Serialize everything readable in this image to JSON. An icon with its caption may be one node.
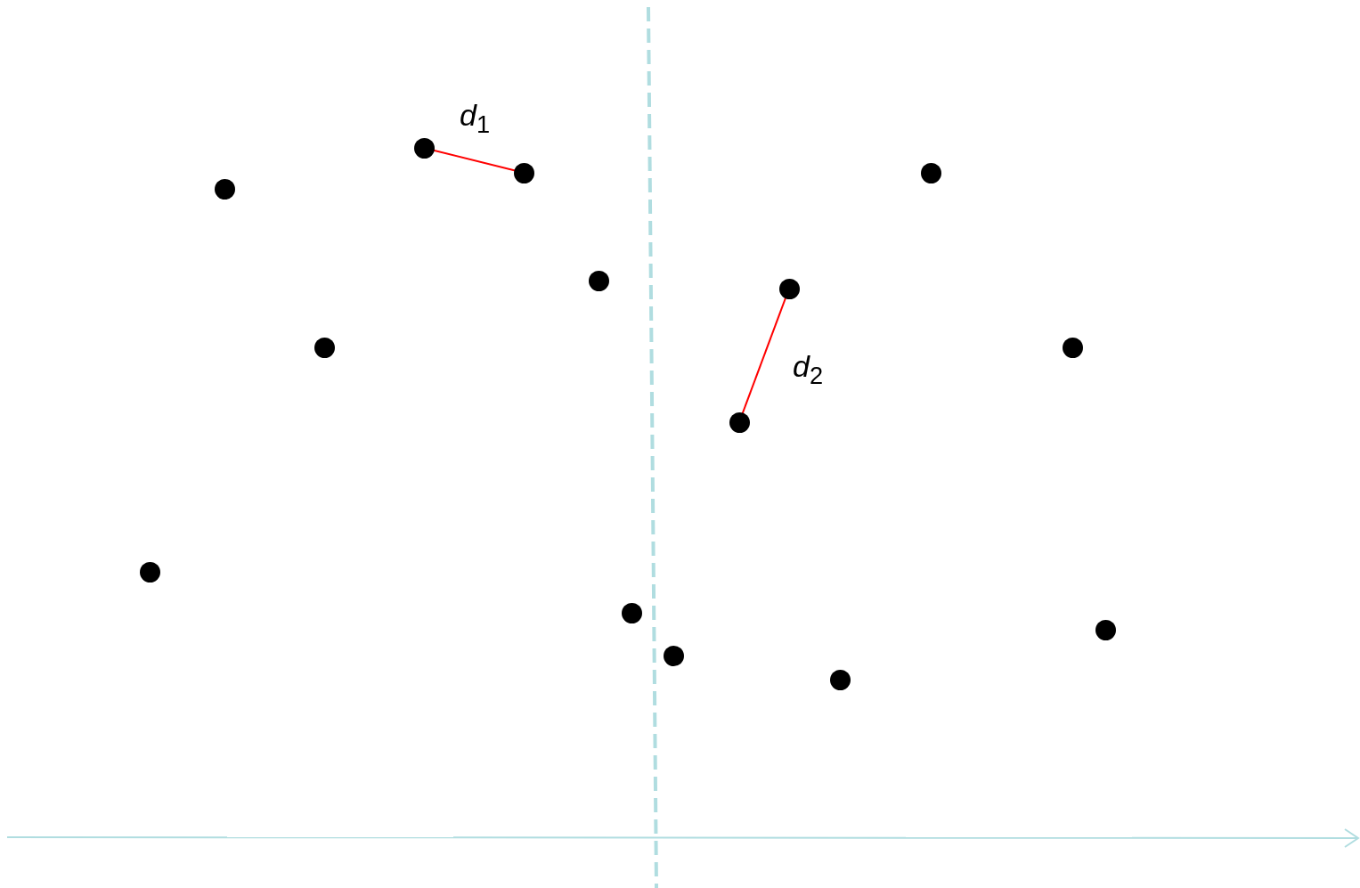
{
  "diagram": {
    "nodes": [
      {
        "text": [],
        "shape": "circle"
      },
      {
        "text": [],
        "shape": "circle"
      },
      {
        "text": [],
        "shape": "circle"
      },
      {
        "text": [],
        "shape": "circle"
      },
      {
        "text": [],
        "shape": "circle"
      },
      {
        "text": [],
        "shape": "circle"
      },
      {
        "text": [],
        "shape": "circle"
      },
      {
        "text": [],
        "shape": "circle"
      },
      {
        "text": [],
        "shape": "circle"
      },
      {
        "text": [],
        "shape": "circle"
      },
      {
        "text": [],
        "shape": "circle"
      },
      {
        "text": [],
        "shape": "circle"
      },
      {
        "text": [],
        "shape": "circle"
      },
      {
        "text": [],
        "shape": "circle"
      }
    ],
    "edges": [
      {
        "from": 3,
        "to": 4,
        "arrow": "none",
        "label": "*d*$_{1}$"
      },
      {
        "from": 8,
        "to": 9,
        "arrow": "none",
        "label": "*d*$_{2}$"
      }
    ]
  }
}
